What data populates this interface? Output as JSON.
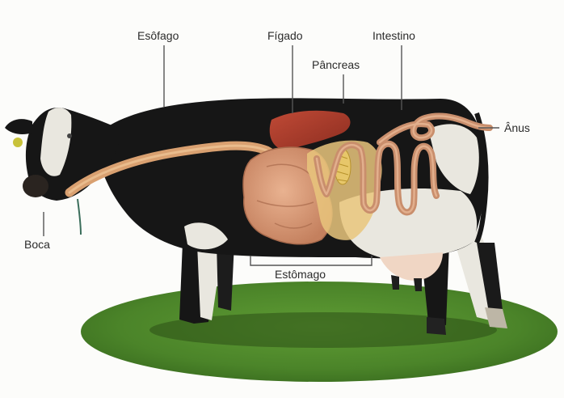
{
  "labels": {
    "esofago": "Esôfago",
    "figado": "Fígado",
    "intestino": "Intestino",
    "pancreas": "Pâncreas",
    "anus": "Ânus",
    "boca": "Boca",
    "estomago": "Estômago"
  },
  "colors": {
    "cow_black": "#161616",
    "cow_white": "#e9e7df",
    "liver": "#a33a2a",
    "stomach": "#d59a78",
    "intestine": "#c98e6c",
    "esophagus": "#d9a070",
    "pancreas": "#e7c76a",
    "grass": "#4f8a2c",
    "leader_line": "#555555"
  }
}
